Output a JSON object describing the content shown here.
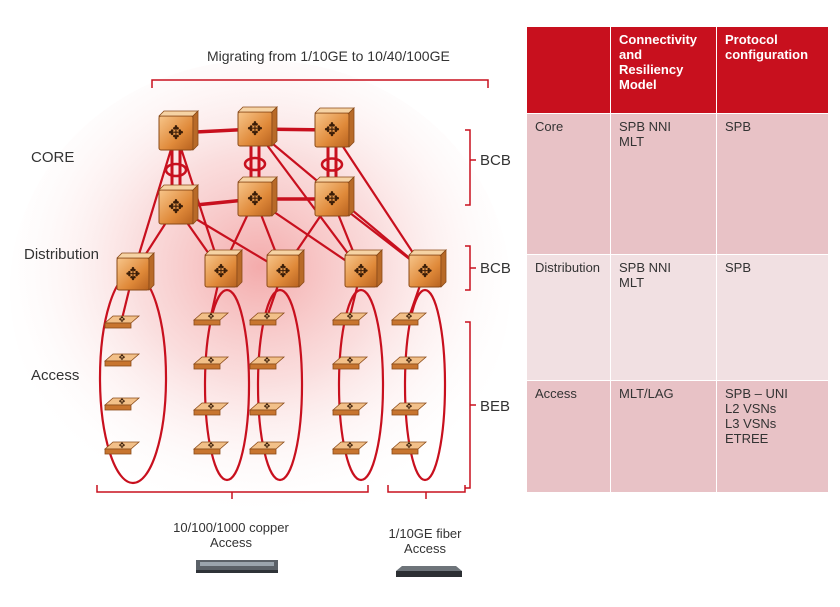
{
  "diagram": {
    "top_caption": "Migrating from 1/10GE to 10/40/100GE",
    "layers": {
      "core": "CORE",
      "distribution": "Distribution",
      "access": "Access"
    },
    "bridge_labels": {
      "core": "BCB",
      "distribution": "BCB",
      "access": "BEB"
    },
    "bottom_left": [
      "10/100/1000 copper",
      "Access"
    ],
    "bottom_right": [
      "1/10GE fiber",
      "Access"
    ],
    "colors": {
      "accent": "#c8101e",
      "switch": "#d9853e",
      "glow": "#f3b9b9"
    },
    "icons": [
      "router-icon",
      "access-switch-icon",
      "copper-switch-icon",
      "fiber-switch-icon"
    ]
  },
  "table": {
    "headers": [
      "",
      "Connectivity and Resiliency Model",
      "Protocol configuration"
    ],
    "rows": [
      {
        "layer": "Core",
        "connectivity": [
          "SPB NNI",
          "MLT"
        ],
        "protocol": [
          "SPB"
        ]
      },
      {
        "layer": "Distribution",
        "connectivity": [
          "SPB NNI",
          "MLT"
        ],
        "protocol": [
          "SPB"
        ]
      },
      {
        "layer": "Access",
        "connectivity": [
          "MLT/LAG"
        ],
        "protocol": [
          "SPB – UNI",
          "L2 VSNs",
          "L3 VSNs",
          "ETREE"
        ]
      }
    ]
  }
}
